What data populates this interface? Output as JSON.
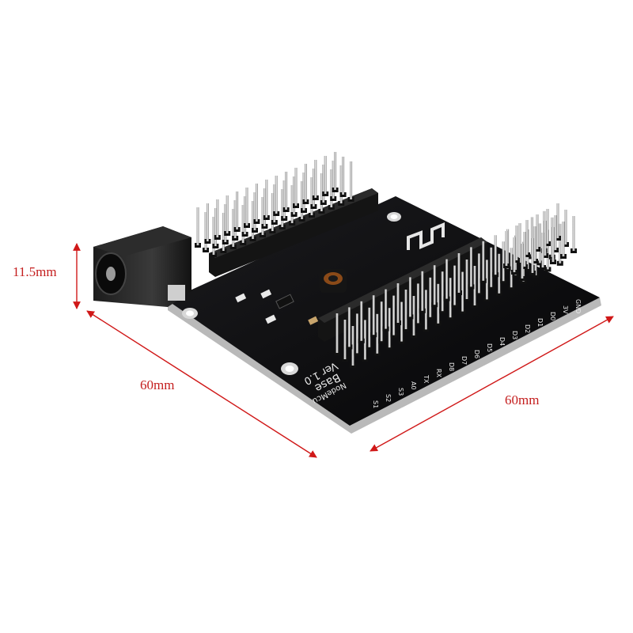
{
  "dimensions": {
    "height_label": "11.5mm",
    "left_length_label": "60mm",
    "right_length_label": "60mm",
    "line_color": "#d01818",
    "text_color": "#c41e1e"
  },
  "board": {
    "brand": "NodeMcu",
    "name": "Base",
    "version": "Ver 1.0",
    "pcb_color": "#0d0d0f",
    "edge_color": "#b9b9b9",
    "pin_labels": [
      "GND",
      "3V",
      "D0",
      "D1",
      "D2",
      "D3",
      "D4",
      "D5",
      "D6",
      "D7",
      "D8",
      "RX",
      "TX",
      "A0",
      "S3",
      "S2",
      "S1"
    ],
    "pin_label_note": "pin labels are small silkscreen text, partly illegible"
  },
  "icons": {
    "logo": "signal-waveform-logo",
    "barrel_jack": "dc-barrel-jack",
    "inductor": "inductor-coil"
  }
}
